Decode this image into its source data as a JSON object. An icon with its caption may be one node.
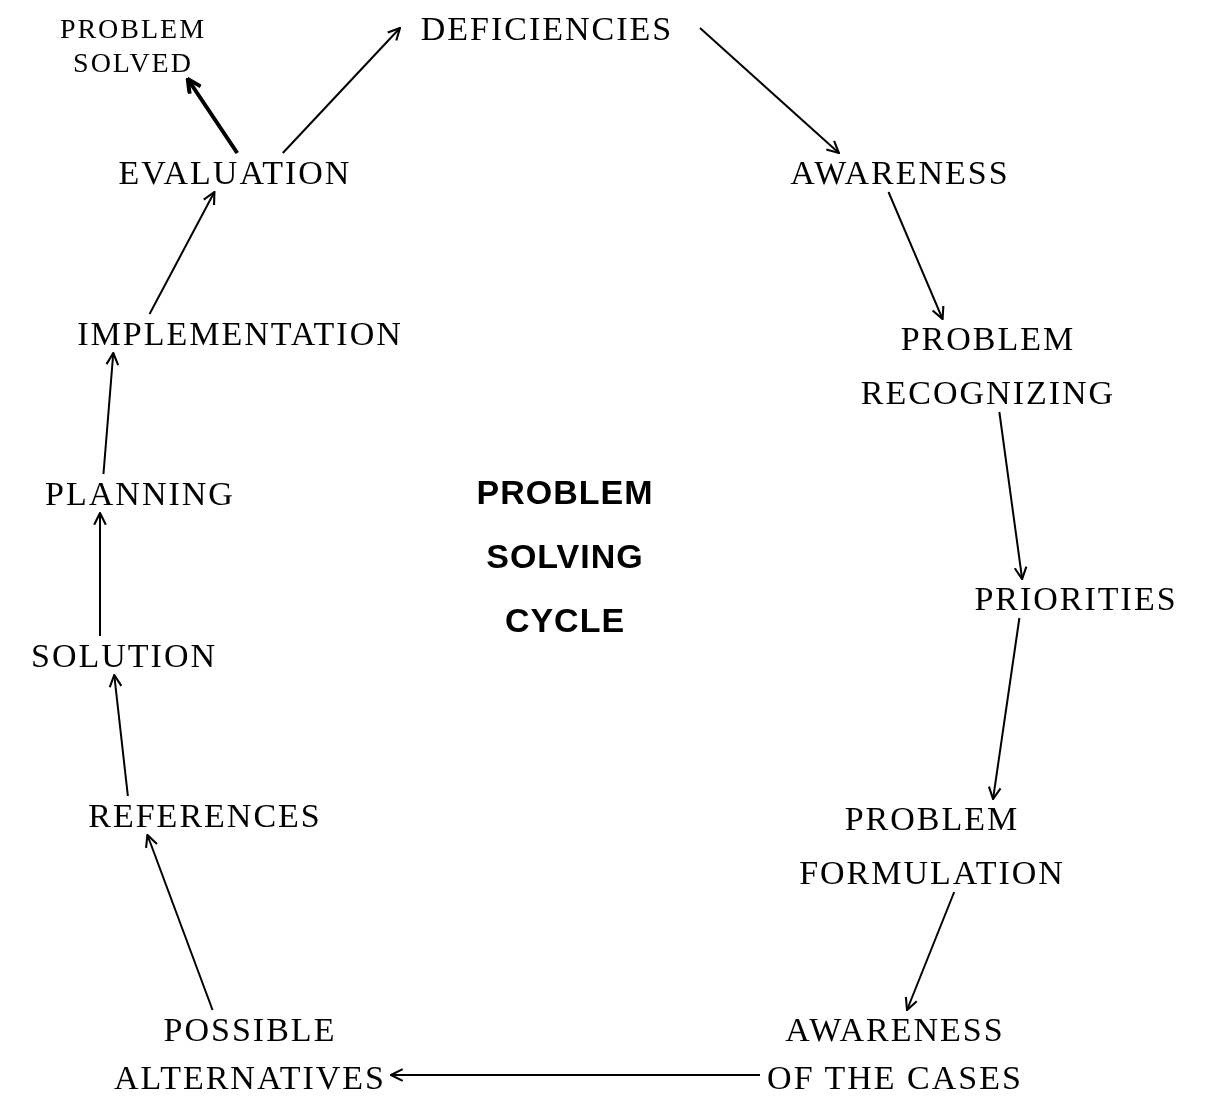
{
  "diagram": {
    "title": "PROBLEM SOLVING CYCLE",
    "nodes": [
      {
        "text": [
          "PROBLEM SOLVED"
        ]
      },
      {
        "text": [
          "DEFICIENCIES"
        ]
      },
      {
        "text": [
          "AWARENESS"
        ]
      },
      {
        "text": [
          "PROBLEM RECOGNIZING"
        ]
      },
      {
        "text": [
          "PRIORITIES"
        ]
      },
      {
        "text": [
          "PROBLEM FORMULATION"
        ]
      },
      {
        "text": [
          "AWARENESS OF THE CASES"
        ]
      },
      {
        "text": [
          "POSSIBLE ALTERNATIVES"
        ]
      },
      {
        "text": [
          "REFERENCES"
        ]
      },
      {
        "text": [
          "SOLUTION"
        ]
      },
      {
        "text": [
          "PLANNING"
        ]
      },
      {
        "text": [
          "IMPLEMENTATION"
        ]
      },
      {
        "text": [
          "EVALUATION"
        ]
      }
    ],
    "edges": [
      {
        "from": 12,
        "to": 0,
        "arrow": "to",
        "style": "thick"
      },
      {
        "from": 12,
        "to": 1,
        "arrow": "to"
      },
      {
        "from": 1,
        "to": 2,
        "arrow": "to"
      },
      {
        "from": 2,
        "to": 3,
        "arrow": "to"
      },
      {
        "from": 3,
        "to": 4,
        "arrow": "to"
      },
      {
        "from": 4,
        "to": 5,
        "arrow": "to"
      },
      {
        "from": 5,
        "to": 6,
        "arrow": "to"
      },
      {
        "from": 6,
        "to": 7,
        "arrow": "to"
      },
      {
        "from": 7,
        "to": 8,
        "arrow": "to"
      },
      {
        "from": 8,
        "to": 9,
        "arrow": "to"
      },
      {
        "from": 9,
        "to": 10,
        "arrow": "to"
      },
      {
        "from": 10,
        "to": 11,
        "arrow": "to"
      },
      {
        "from": 11,
        "to": 12,
        "arrow": "to"
      }
    ]
  }
}
